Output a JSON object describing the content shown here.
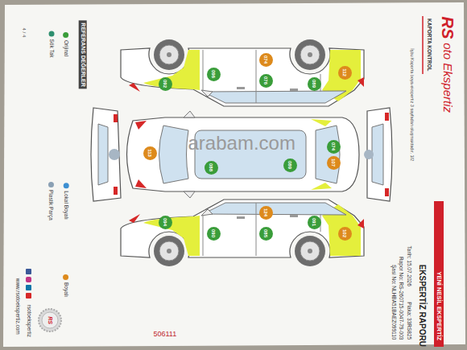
{
  "diagram": {
    "title": "EKSPERTİZ RAPORU",
    "nodes": [
      {
        "text": [
          "092"
        ]
      },
      {
        "text": [
          "096"
        ]
      },
      {
        "text": [
          "074"
        ]
      },
      {
        "text": [
          "076"
        ]
      },
      {
        "text": [
          "112"
        ]
      },
      {
        "text": [
          "089"
        ]
      },
      {
        "text": [
          "113"
        ]
      },
      {
        "text": [
          "088"
        ]
      },
      {
        "text": [
          "089"
        ]
      },
      {
        "text": [
          "074"
        ]
      },
      {
        "text": [
          "107"
        ]
      },
      {
        "text": [
          "094"
        ]
      },
      {
        "text": [
          "090"
        ]
      },
      {
        "text": [
          "124"
        ]
      },
      {
        "text": [
          "085"
        ]
      },
      {
        "text": [
          "091"
        ]
      },
      {
        "text": [
          "102"
        ]
      }
    ],
    "labels": [
      "RS",
      "oto Ekspertiz",
      "KAPORTA KONTROL",
      "İşbu Kaporta boya ekspertiz 3 sayfadan oluşmaktadır. 1/2",
      "YENİ NESİL EKSPERTİZ",
      "Tarih: 15.07.2026",
      "Plaka: 33RS825",
      "Rapor No: RS-260715-0047-79-003",
      "Şasi No: NLHBA51BAEZ099110",
      "REFERANS DEĞERLER",
      "4 / 4",
      "www.rsotoekspertiz.com",
      "rsotoekspertiz",
      "RS",
      "506111",
      "arabam.com"
    ],
    "legend": [
      {
        "text": "Orijinal",
        "color": "#3a9d3a"
      },
      {
        "text": "Sök Tak",
        "color": "#2e8f6f"
      },
      {
        "text": "Lokal Boyalı",
        "color": "#3d8fd1"
      },
      {
        "text": "Plastik Parça",
        "color": "#8aa0b4"
      },
      {
        "text": "Boyalı",
        "color": "#dd8a1c"
      }
    ]
  }
}
